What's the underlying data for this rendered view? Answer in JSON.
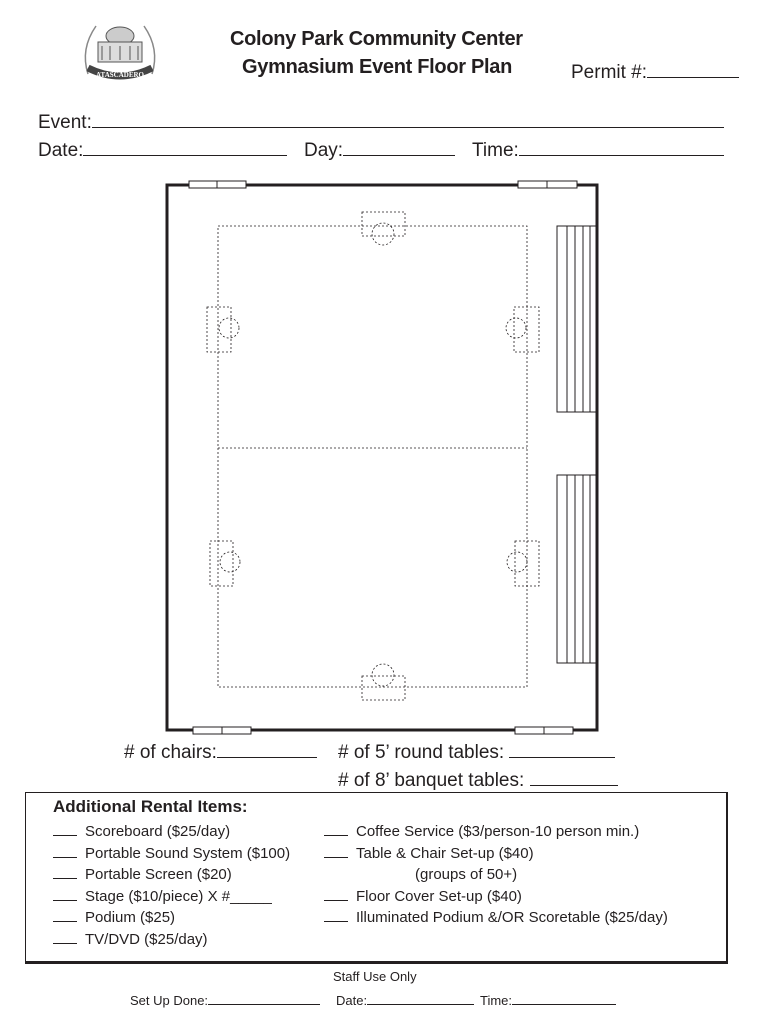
{
  "logo": {
    "text": "ATASCADERO"
  },
  "header": {
    "title_line1": "Colony Park Community Center",
    "title_line2": "Gymnasium Event Floor Plan",
    "permit_label": "Permit #:"
  },
  "fields": {
    "event_label": "Event:",
    "date_label": "Date:",
    "day_label": "Day:",
    "time_label": "Time:"
  },
  "counts": {
    "chairs_label": "# of chairs:",
    "round_tables_label": "# of 5’ round tables:",
    "banquet_tables_label": "# of 8’ banquet tables:"
  },
  "rental": {
    "heading": "Additional Rental Items:",
    "left": [
      "Scoreboard ($25/day)",
      "Portable Sound System ($100)",
      "Portable Screen ($20)",
      "Stage ($10/piece) X #_____",
      "Podium ($25)",
      "TV/DVD ($25/day)"
    ],
    "right": [
      "Coffee Service ($3/person-10 person min.)",
      "Table & Chair Set-up ($40)",
      "Floor Cover Set-up ($40)",
      "Illuminated Podium &/OR Scoretable ($25/day)"
    ],
    "right_note": "(groups of 50+)"
  },
  "staff": {
    "heading": "Staff Use Only",
    "setup_label": "Set Up Done:",
    "date_label": "Date:",
    "time_label": "Time:"
  }
}
